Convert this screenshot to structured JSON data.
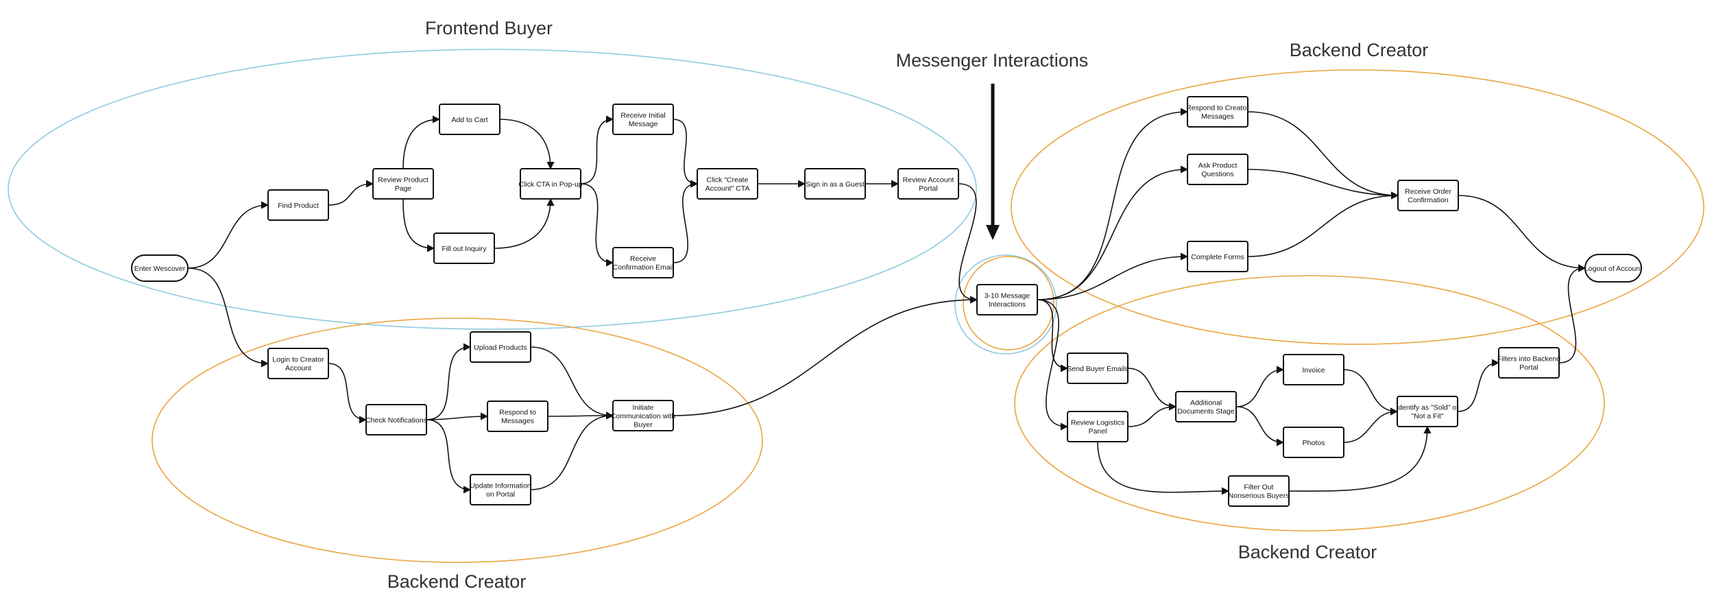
{
  "colors": {
    "frontend_ellipse": "#8ec9e0",
    "backend_ellipse": "#eaa43e",
    "node_border": "#111111",
    "text": "#111111",
    "title": "#333333"
  },
  "groups": {
    "frontend": "Frontend Buyer",
    "backend_top": "Backend Creator",
    "backend_left": "Backend Creator",
    "backend_right": "Backend Creator",
    "messenger": "Messenger Interactions"
  },
  "nodes": {
    "enter": [
      "Enter Wescover"
    ],
    "find": [
      "Find Product"
    ],
    "review_page": [
      "Review Product",
      "Page"
    ],
    "add_cart": [
      "Add to Cart"
    ],
    "inquiry": [
      "Fill out Inquiry"
    ],
    "cta": [
      "Click CTA in Pop-up"
    ],
    "initial_msg": [
      "Receive Initial",
      "Message"
    ],
    "confirm_email": [
      "Receive",
      "Confirmation Email"
    ],
    "create_account": [
      "Click \"Create",
      "Account\"  CTA"
    ],
    "guest": [
      "Sign in as a Guest"
    ],
    "portal": [
      "Review Account",
      "Portal"
    ],
    "login": [
      "Login to Creator",
      "Account"
    ],
    "notifications": [
      "Check Notifications"
    ],
    "upload": [
      "Upload Products"
    ],
    "respond_msgs": [
      "Respond to",
      "Messages"
    ],
    "update_info": [
      "Update Information",
      "on Portal"
    ],
    "initiate": [
      "Initiate",
      "Communication with",
      "Buyer"
    ],
    "msg_interactions": [
      "3-10  Message",
      "Interactions"
    ],
    "respond_creator": [
      "Respond to Creator",
      "Messages"
    ],
    "ask_questions": [
      "Ask Product",
      "Questions"
    ],
    "complete_forms": [
      "Complete Forms"
    ],
    "order_confirm": [
      "Receive Order",
      "Confirmation"
    ],
    "logout": [
      "Logout of Account"
    ],
    "send_emails": [
      "Send Buyer Emails"
    ],
    "logistics": [
      "Review Logistics",
      "Panel"
    ],
    "additional_docs": [
      "Additional",
      "Documents Stage"
    ],
    "invoice": [
      "Invoice"
    ],
    "photos": [
      "Photos"
    ],
    "filter_out": [
      "Filter Out",
      "Nonserious Buyers"
    ],
    "identify": [
      "Identify as  \"Sold\" or",
      "\"Not a Fit\""
    ],
    "filters_portal": [
      "Filters into Backend",
      "Portal"
    ]
  },
  "edges": [
    [
      "enter",
      "find"
    ],
    [
      "enter",
      "login"
    ],
    [
      "find",
      "review_page"
    ],
    [
      "review_page",
      "add_cart"
    ],
    [
      "review_page",
      "inquiry"
    ],
    [
      "add_cart",
      "cta"
    ],
    [
      "inquiry",
      "cta"
    ],
    [
      "cta",
      "initial_msg"
    ],
    [
      "cta",
      "confirm_email"
    ],
    [
      "initial_msg",
      "create_account"
    ],
    [
      "confirm_email",
      "create_account"
    ],
    [
      "create_account",
      "guest"
    ],
    [
      "guest",
      "portal"
    ],
    [
      "portal",
      "msg_interactions"
    ],
    [
      "login",
      "notifications"
    ],
    [
      "notifications",
      "upload"
    ],
    [
      "notifications",
      "respond_msgs"
    ],
    [
      "notifications",
      "update_info"
    ],
    [
      "upload",
      "initiate"
    ],
    [
      "respond_msgs",
      "initiate"
    ],
    [
      "update_info",
      "initiate"
    ],
    [
      "initiate",
      "msg_interactions"
    ],
    [
      "msg_interactions",
      "respond_creator"
    ],
    [
      "msg_interactions",
      "ask_questions"
    ],
    [
      "msg_interactions",
      "complete_forms"
    ],
    [
      "msg_interactions",
      "send_emails"
    ],
    [
      "msg_interactions",
      "logistics"
    ],
    [
      "respond_creator",
      "order_confirm"
    ],
    [
      "ask_questions",
      "order_confirm"
    ],
    [
      "complete_forms",
      "order_confirm"
    ],
    [
      "order_confirm",
      "logout"
    ],
    [
      "send_emails",
      "additional_docs"
    ],
    [
      "logistics",
      "additional_docs"
    ],
    [
      "logistics",
      "filter_out"
    ],
    [
      "additional_docs",
      "invoice"
    ],
    [
      "additional_docs",
      "photos"
    ],
    [
      "invoice",
      "identify"
    ],
    [
      "photos",
      "identify"
    ],
    [
      "filter_out",
      "identify"
    ],
    [
      "identify",
      "filters_portal"
    ],
    [
      "filters_portal",
      "logout"
    ]
  ]
}
